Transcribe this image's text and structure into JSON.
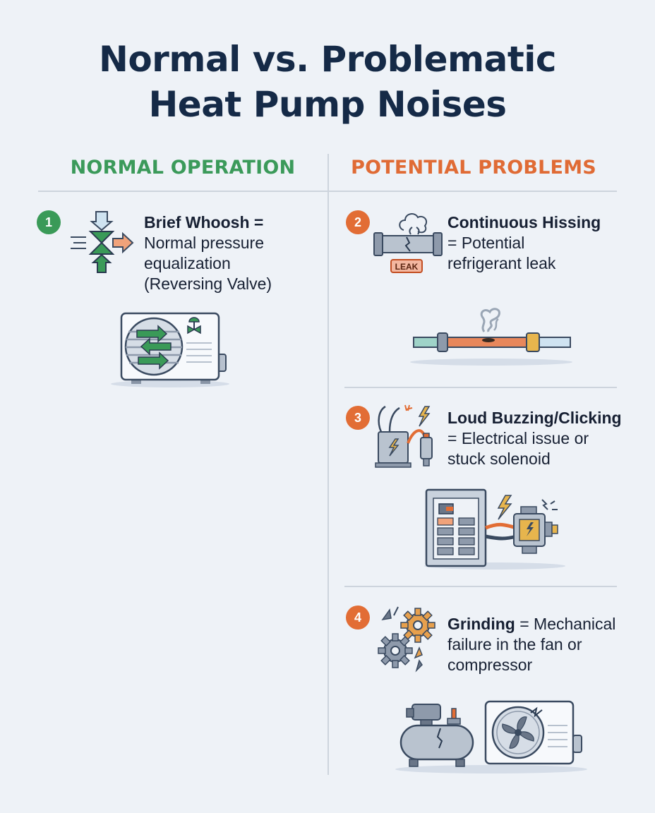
{
  "title": {
    "line1": "Normal vs. Problematic",
    "line2": "Heat Pump Noises"
  },
  "columns": {
    "normal": "NORMAL OPERATION",
    "problems": "POTENTIAL PROBLEMS"
  },
  "items": [
    {
      "number": "1",
      "bold": "Brief Whoosh =",
      "lines": [
        "Normal pressure",
        "equalization",
        "(Reversing Valve)"
      ]
    },
    {
      "number": "2",
      "bold": "Continuous Hissing",
      "lines": [
        "= Potential",
        "refrigerant leak"
      ],
      "tag": "LEAK"
    },
    {
      "number": "3",
      "bold": "Loud Buzzing/Clicking",
      "lines": [
        "= Electrical issue or",
        "stuck solenoid"
      ]
    },
    {
      "number": "4",
      "bold": "Grinding",
      "bold_rest": " = Mechanical",
      "lines": [
        "failure in the fan or",
        "compressor"
      ]
    }
  ],
  "colors": {
    "navy": "#152a47",
    "green": "#3a9a58",
    "orange": "#e26d35",
    "background": "#eef2f7"
  },
  "icons": [
    "reversing-valve-icon",
    "outdoor-unit-illustration",
    "leaking-pipe-icon",
    "hissing-pipe-illustration",
    "electrical-box-icon",
    "breaker-panel-illustration",
    "broken-gears-icon",
    "compressor-and-fan-illustration"
  ]
}
